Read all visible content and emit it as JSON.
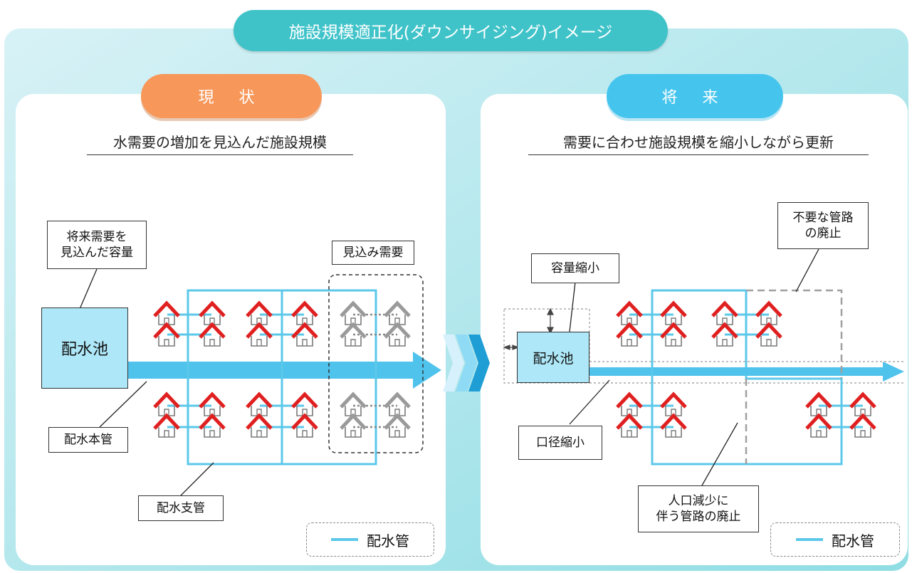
{
  "title": "施設規模適正化(ダウンサイジング)イメージ",
  "left": {
    "pill": "現 状",
    "heading": "水需要の増加を見込んだ施設規模",
    "labels": {
      "capacity": "将来需要を\n見込んだ容量",
      "tank": "配水池",
      "expected_demand": "見込み需要",
      "main_pipe": "配水本管",
      "branch_pipe": "配水支管"
    },
    "legend": "配水管"
  },
  "right": {
    "pill": "将 来",
    "heading": "需要に合わせ施設規模を縮小しながら更新",
    "labels": {
      "capacity_reduction": "容量縮小",
      "tank": "配水池",
      "unneeded_pipes": "不要な管路\nの廃止",
      "diameter_reduction": "口径縮小",
      "population_decline": "人口減少に\n伴う管路の廃止"
    },
    "legend": "配水管"
  },
  "colors": {
    "title_bg": "#3fc3c9",
    "current_pill": "#f7975a",
    "future_pill": "#45c5ee",
    "pipe": "#5bc8ea",
    "house_roof": "#e02020",
    "house_future_demand": "#9a9a9a",
    "tank_fill": "#aee8f8"
  }
}
